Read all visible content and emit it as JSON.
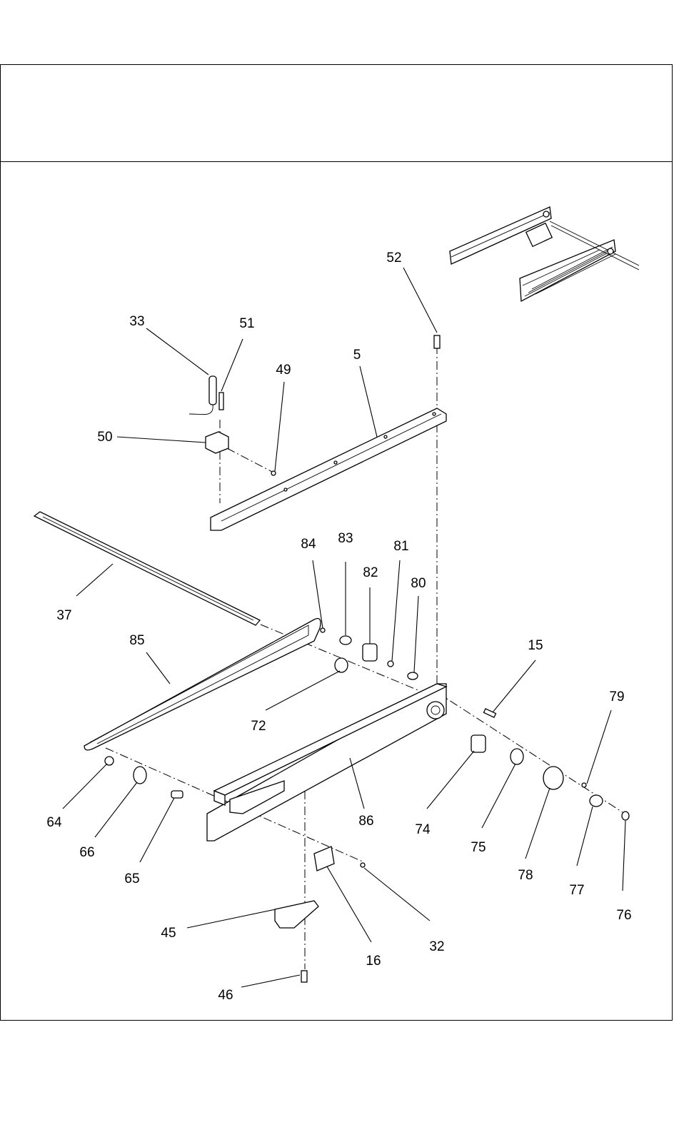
{
  "diagram": {
    "type": "exploded-parts-diagram",
    "callouts": [
      "52",
      "33",
      "51",
      "49",
      "5",
      "50",
      "37",
      "84",
      "83",
      "82",
      "81",
      "80",
      "85",
      "15",
      "72",
      "79",
      "64",
      "66",
      "65",
      "86",
      "74",
      "75",
      "78",
      "77",
      "76",
      "45",
      "16",
      "32",
      "46"
    ]
  },
  "icons": [
    "inset-assembly-icon"
  ]
}
